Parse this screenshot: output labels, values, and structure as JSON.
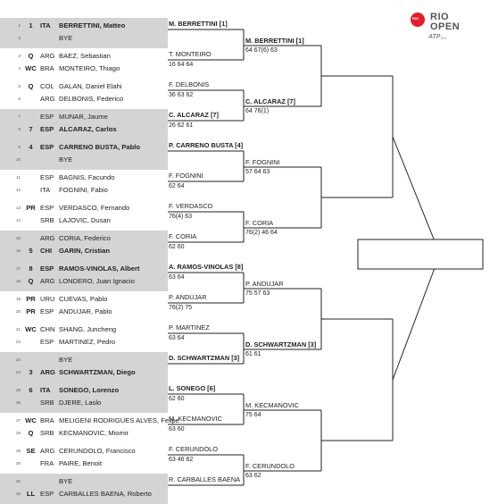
{
  "brand": {
    "logo_lines": [
      "RIO",
      "OPEN"
    ],
    "badge": "ATP",
    "tier": "500",
    "accent_color": "#e31d2b"
  },
  "r1": [
    {
      "n": "1",
      "seed": "1",
      "ctry": "ITA",
      "name": "BERRETTINI, Matteo",
      "bold": true
    },
    {
      "n": "2",
      "bye": "BYE"
    },
    {
      "n": "3",
      "seed": "Q",
      "ctry": "ARG",
      "name": "BAEZ, Sebastian"
    },
    {
      "n": "4",
      "seed": "WC",
      "ctry": "BRA",
      "name": "MONTEIRO, Thiago"
    },
    {
      "n": "5",
      "seed": "Q",
      "ctry": "COL",
      "name": "GALAN, Daniel Elahi"
    },
    {
      "n": "6",
      "ctry": "ARG",
      "name": "DELBONIS, Federico"
    },
    {
      "n": "7",
      "ctry": "ESP",
      "name": "MUNAR, Jaume"
    },
    {
      "n": "8",
      "seed": "7",
      "ctry": "ESP",
      "name": "ALCARAZ, Carlos",
      "bold": true
    },
    {
      "n": "9",
      "seed": "4",
      "ctry": "ESP",
      "name": "CARRENO BUSTA, Pablo",
      "bold": true
    },
    {
      "n": "10",
      "bye": "BYE"
    },
    {
      "n": "11",
      "ctry": "ESP",
      "name": "BAGNIS, Facundo"
    },
    {
      "n": "12",
      "ctry": "ITA",
      "name": "FOGNINI, Fabio"
    },
    {
      "n": "13",
      "seed": "PR",
      "ctry": "ESP",
      "name": "VERDASCO, Fernando"
    },
    {
      "n": "14",
      "ctry": "SRB",
      "name": "LAJOVIC, Dusan"
    },
    {
      "n": "15",
      "ctry": "ARG",
      "name": "CORIA, Federico"
    },
    {
      "n": "16",
      "seed": "5",
      "ctry": "CHI",
      "name": "GARIN, Cristian",
      "bold": true
    },
    {
      "n": "17",
      "seed": "8",
      "ctry": "ESP",
      "name": "RAMOS-VINOLAS, Albert",
      "bold": true
    },
    {
      "n": "18",
      "seed": "Q",
      "ctry": "ARG",
      "name": "LONDERO, Juan Ignacio"
    },
    {
      "n": "19",
      "seed": "PR",
      "ctry": "URU",
      "name": "CUEVAS, Pablo"
    },
    {
      "n": "20",
      "seed": "PR",
      "ctry": "ESP",
      "name": "ANDUJAR, Pablo"
    },
    {
      "n": "21",
      "seed": "WC",
      "ctry": "CHN",
      "name": "SHANG, Juncheng"
    },
    {
      "n": "22",
      "ctry": "ESP",
      "name": "MARTINEZ, Pedro"
    },
    {
      "n": "23",
      "bye": "BYE"
    },
    {
      "n": "24",
      "seed": "3",
      "ctry": "ARG",
      "name": "SCHWARTZMAN, Diego",
      "bold": true
    },
    {
      "n": "25",
      "seed": "6",
      "ctry": "ITA",
      "name": "SONEGO, Lorenzo",
      "bold": true
    },
    {
      "n": "26",
      "ctry": "SRB",
      "name": "DJERE, Laslo"
    },
    {
      "n": "27",
      "seed": "WC",
      "ctry": "BRA",
      "name": "MELIGENI RODRIGUES ALVES, Felipe"
    },
    {
      "n": "28",
      "seed": "Q",
      "ctry": "SRB",
      "name": "KECMANOVIC, Miomir"
    },
    {
      "n": "29",
      "seed": "SE",
      "ctry": "ARG",
      "name": "CERUNDOLO, Francisco"
    },
    {
      "n": "30",
      "ctry": "FRA",
      "name": "PAIRE, Benoit"
    },
    {
      "n": "31",
      "bye": "BYE"
    },
    {
      "n": "32",
      "seed": "LL",
      "ctry": "ESP",
      "name": "CARBALLES BAENA, Roberto"
    }
  ],
  "r2": [
    {
      "name": "M. BERRETTINI [1]",
      "bold": true,
      "score": ""
    },
    {
      "name": "T. MONTEIRO",
      "score": "16 64 64"
    },
    {
      "name": "F. DELBONIS",
      "score": "36 63 62"
    },
    {
      "name": "C. ALCARAZ [7]",
      "bold": true,
      "score": "26 62 61"
    },
    {
      "name": "P. CARRENO BUSTA [4]",
      "bold": true,
      "score": ""
    },
    {
      "name": "F. FOGNINI",
      "score": "62 64"
    },
    {
      "name": "F. VERDASCO",
      "score": "76(4) 63"
    },
    {
      "name": "F. CORIA",
      "score": "62 60"
    },
    {
      "name": "A. RAMOS-VINOLAS [8]",
      "bold": true,
      "score": "63 64"
    },
    {
      "name": "P. ANDUJAR",
      "score": "76(2) 75"
    },
    {
      "name": "P. MARTINEZ",
      "score": "63 64"
    },
    {
      "name": "D. SCHWARTZMAN [3]",
      "bold": true,
      "score": ""
    },
    {
      "name": "L. SONEGO [6]",
      "bold": true,
      "score": "62 60"
    },
    {
      "name": "M. KECMANOVIC",
      "score": "63 60"
    },
    {
      "name": "F. CERUNDOLO",
      "score": "63 46 62"
    },
    {
      "name": "R. CARBALLES BAENA",
      "score": ""
    }
  ],
  "r3": [
    {
      "name": "M. BERRETTINI [1]",
      "bold": true,
      "score": "64 67(6) 63"
    },
    {
      "name": "C. ALCARAZ [7]",
      "bold": true,
      "score": "64 76(1)"
    },
    {
      "name": "F. FOGNINI",
      "score": "57 64 63"
    },
    {
      "name": "F. CORIA",
      "score": "76(2) 46 64"
    },
    {
      "name": "P. ANDUJAR",
      "score": "75 57 63"
    },
    {
      "name": "D. SCHWARTZMAN [3]",
      "bold": true,
      "score": "61 61"
    },
    {
      "name": "M. KECMANOVIC",
      "score": "75 64"
    },
    {
      "name": "F. CERUNDOLO",
      "score": "63 62"
    }
  ]
}
